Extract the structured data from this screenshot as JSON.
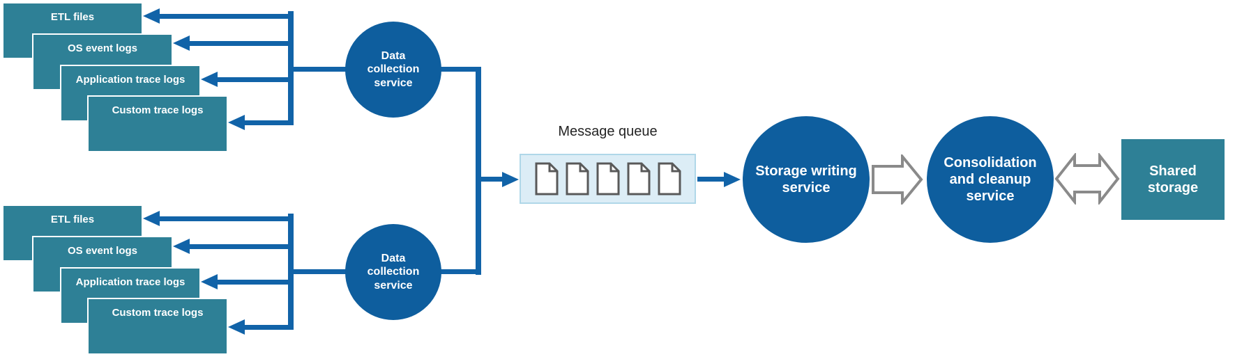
{
  "groups": [
    {
      "boxes": [
        "ETL files",
        "OS event logs",
        "Application trace logs",
        "Custom trace logs"
      ],
      "collector": "Data collection service"
    },
    {
      "boxes": [
        "ETL files",
        "OS event logs",
        "Application trace logs",
        "Custom trace logs"
      ],
      "collector": "Data collection service"
    }
  ],
  "queue": {
    "label": "Message queue",
    "document_count": 5
  },
  "nodes": {
    "storage_writing": "Storage writing service",
    "consolidation": "Consolidation and cleanup service",
    "shared_storage": "Shared storage"
  },
  "icons": {
    "document": "document-icon",
    "block_arrow_right": "block-arrow-right-icon",
    "double_arrow": "double-headed-arrow-icon"
  },
  "colors": {
    "teal": "#2E8096",
    "circle_blue": "#0E5E9E",
    "arrow_blue": "#1163A8",
    "queue_fill": "#DCEDF6",
    "queue_border": "#AFD7E8",
    "gray_arrow_stroke": "#8A8A8A",
    "document_stroke": "#595959",
    "label_text": "#242424"
  }
}
